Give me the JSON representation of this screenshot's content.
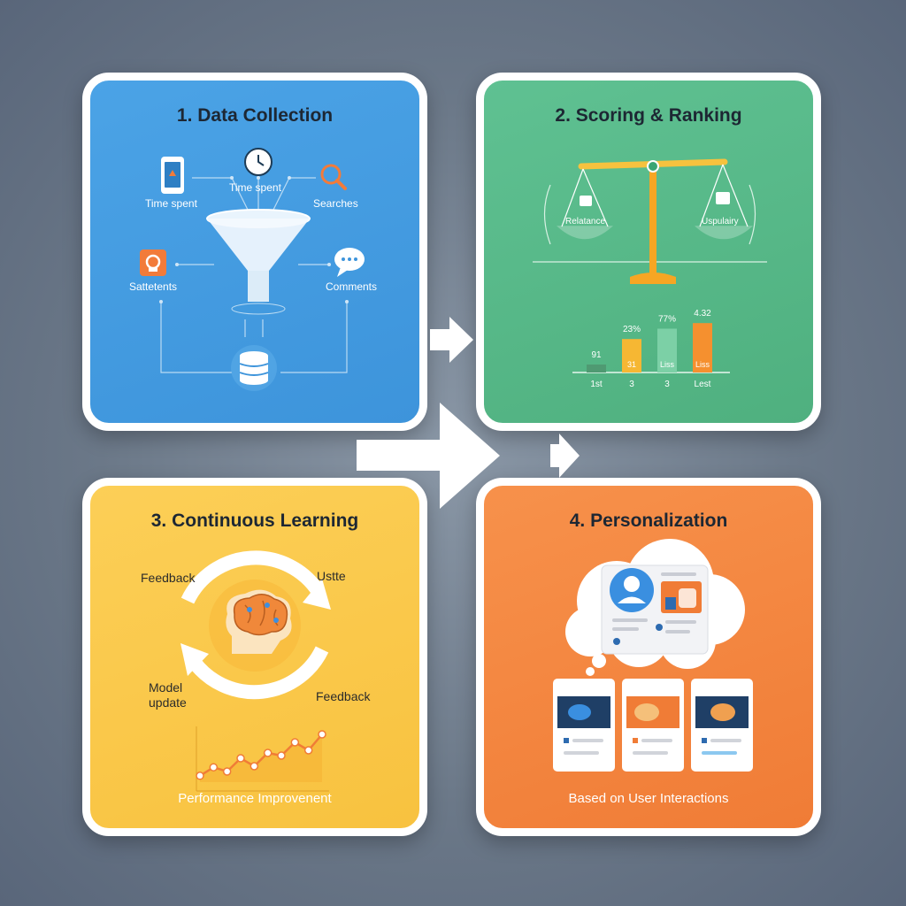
{
  "panels": [
    {
      "title": "1. Data Collection",
      "labels": {
        "time_spent_left": "Time spent",
        "time_spent_top": "Time spent",
        "searches": "Searches",
        "saves": "Sattetents",
        "comments": "Comments"
      },
      "icons": [
        "phone-icon",
        "clock-icon",
        "search-icon",
        "funnel-icon",
        "save-icon",
        "comment-icon",
        "database-icon"
      ]
    },
    {
      "title": "2. Scoring & Ranking",
      "labels": {
        "relevance": "Relatance",
        "popularity": "Uspulairy"
      },
      "bars": [
        {
          "top_label": "91",
          "inner_label": "",
          "x_label": "1st",
          "value": 0.1,
          "color": "#4f9a72"
        },
        {
          "top_label": "23%",
          "inner_label": "31",
          "x_label": "3",
          "value": 0.42,
          "color": "#f6b733"
        },
        {
          "top_label": "77%",
          "inner_label": "Liss",
          "x_label": "3",
          "value": 0.55,
          "color": "#7cd0a6"
        },
        {
          "top_label": "4.32",
          "inner_label": "Liss",
          "x_label": "Lest",
          "value": 0.62,
          "color": "#f5902f"
        }
      ],
      "icons": [
        "balance-scale-icon"
      ]
    },
    {
      "title": "3. Continuous Learning",
      "labels": {
        "feedback_top": "Feedback",
        "update": "Ustte",
        "model_update": "Model\nupdate",
        "feedback_bottom": "Feedback"
      },
      "caption": "Performance Improvenent",
      "performance": [
        0.12,
        0.28,
        0.2,
        0.45,
        0.3,
        0.55,
        0.5,
        0.75,
        0.6,
        0.9
      ],
      "icons": [
        "brain-icon",
        "cycle-arrows-icon"
      ]
    },
    {
      "title": "4. Personalization",
      "caption": "Based on User Interactions",
      "icons": [
        "user-avatar-icon",
        "content-card-icon"
      ]
    }
  ],
  "colors": {
    "data_collection": "#3d94db",
    "scoring": "#4fb07f",
    "learning": "#f8c23f",
    "personalization": "#f07c36"
  }
}
